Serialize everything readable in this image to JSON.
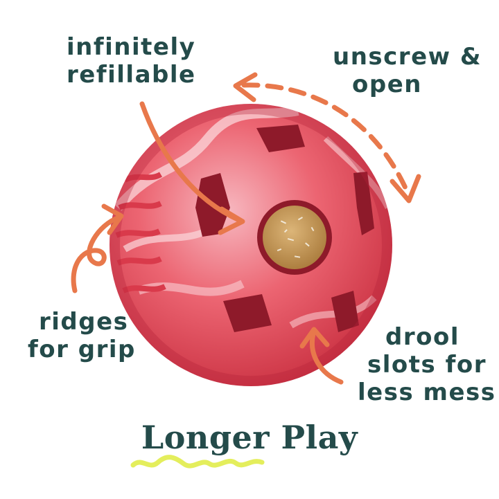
{
  "callouts": {
    "refillable": [
      "infinitely",
      "refillable"
    ],
    "unscrew": [
      "unscrew &",
      "open"
    ],
    "ridges": [
      "ridges",
      "for grip"
    ],
    "drool": [
      "drool",
      "slots for",
      "less mess"
    ]
  },
  "headline": "Longer Play",
  "colors": {
    "text": "#244b4a",
    "arrow": "#e8784b",
    "ball": "#e0404e",
    "treat": "#c79a56",
    "underline": "#e4ee5c"
  }
}
